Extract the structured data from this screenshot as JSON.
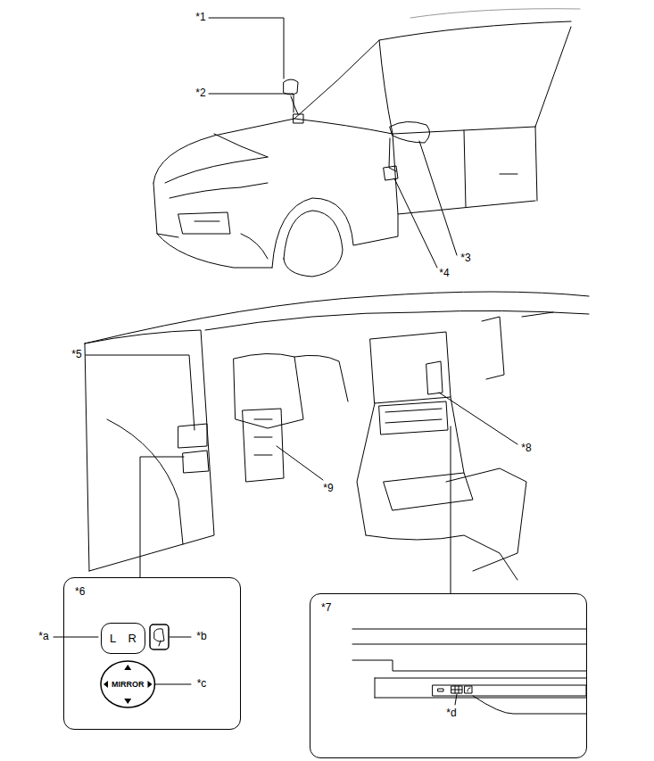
{
  "diagram": {
    "nodes": [
      {
        "text": [
          "*6"
        ]
      },
      {
        "text": [
          "L",
          "R"
        ],
        "in": 0
      },
      {
        "text": [
          "MIRROR"
        ],
        "in": 0
      },
      {
        "text": [
          "*7"
        ]
      }
    ],
    "labels": [
      "*1",
      "*2",
      "*3",
      "*4",
      "*5",
      "*8",
      "*9",
      "*a",
      "*b",
      "*c",
      "*d"
    ]
  }
}
